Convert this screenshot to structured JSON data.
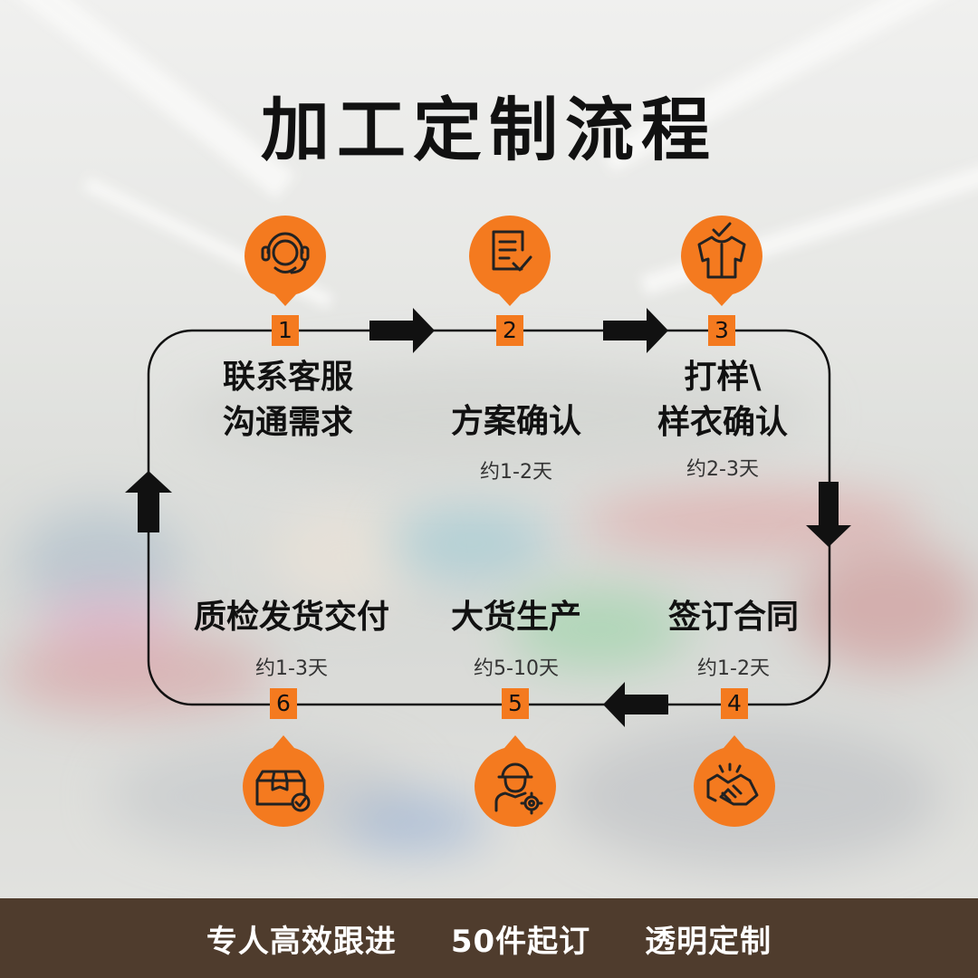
{
  "title": "加工定制流程",
  "accent_color": "#f47a1f",
  "steps": [
    {
      "number": "1",
      "label_line1": "联系客服",
      "label_line2": "沟通需求",
      "duration": "",
      "icon": "customer-service-headset-icon"
    },
    {
      "number": "2",
      "label_line1": "方案确认",
      "label_line2": "",
      "duration": "约1-2天",
      "icon": "document-check-icon"
    },
    {
      "number": "3",
      "label_line1": "打样\\",
      "label_line2": "样衣确认",
      "duration": "约2-3天",
      "icon": "shirt-check-icon"
    },
    {
      "number": "4",
      "label_line1": "签订合同",
      "label_line2": "",
      "duration": "约1-2天",
      "icon": "handshake-icon"
    },
    {
      "number": "5",
      "label_line1": "大货生产",
      "label_line2": "",
      "duration": "约5-10天",
      "icon": "worker-gear-icon"
    },
    {
      "number": "6",
      "label_line1": "质检发货交付",
      "label_line2": "",
      "duration": "约1-3天",
      "icon": "package-check-icon"
    }
  ],
  "footer": {
    "item1": "专人高效跟进",
    "item2": "50件起订",
    "item3": "透明定制"
  }
}
